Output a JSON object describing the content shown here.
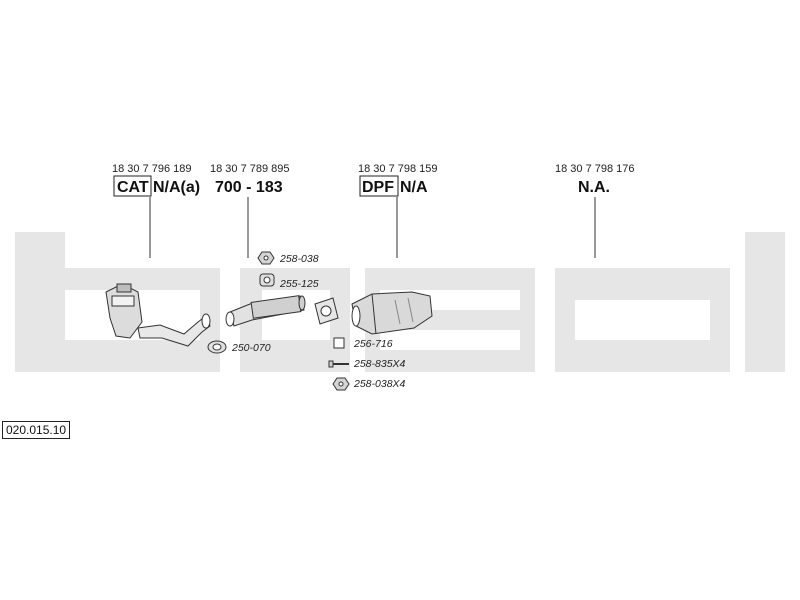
{
  "colors": {
    "watermark": "#e6e6e6",
    "line": "#333333",
    "part_fill": "#dcdcdc"
  },
  "diagram_id": "020.015.10",
  "positions": [
    {
      "oem": "18 30 7 796 189",
      "boxed": "CAT",
      "rest": "N/A(a)"
    },
    {
      "oem": "18 30 7 789 895",
      "boxed": "",
      "rest": "700 - 183"
    },
    {
      "oem": "18 30 7 798 159",
      "boxed": "DPF",
      "rest": "N/A"
    },
    {
      "oem": "18 30 7 798 176",
      "boxed": "",
      "rest": "N.A."
    }
  ],
  "accessories": [
    {
      "code": "258-038",
      "icon": "nut-icon"
    },
    {
      "code": "255-125",
      "icon": "clamp-icon"
    },
    {
      "code": "250-070",
      "icon": "rubber-mount-icon"
    },
    {
      "code": "256-716",
      "icon": "gasket-icon"
    },
    {
      "code": "258-835X4",
      "icon": "bolt-icon"
    },
    {
      "code": "258-038X4",
      "icon": "nut-icon"
    }
  ]
}
